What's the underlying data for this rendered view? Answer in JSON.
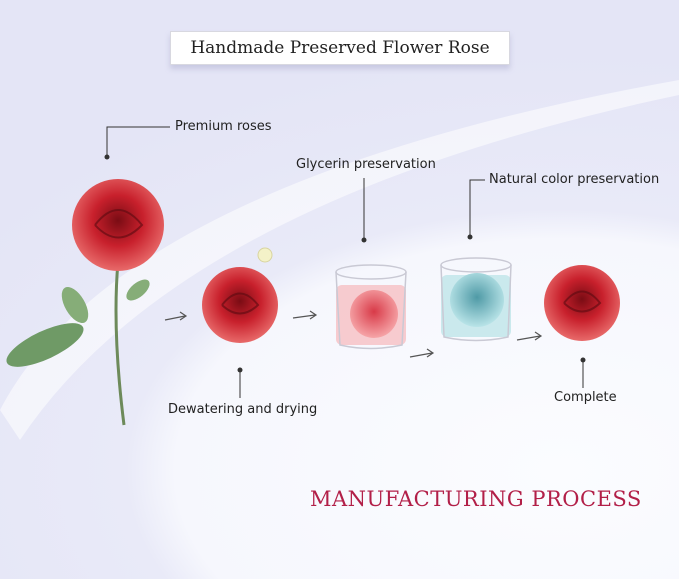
{
  "title": "Handmade Preserved Flower Rose",
  "steps": [
    {
      "label": "Premium roses"
    },
    {
      "label": "Dewatering and drying"
    },
    {
      "label": "Glycerin preservation"
    },
    {
      "label": "Natural color preservation"
    },
    {
      "label": "Complete"
    }
  ],
  "footer_title": "MANUFACTURING PROCESS",
  "colors": {
    "accent": "#b21f48",
    "rose": "#c8202c",
    "glass_blue": "#9fd6dc"
  }
}
